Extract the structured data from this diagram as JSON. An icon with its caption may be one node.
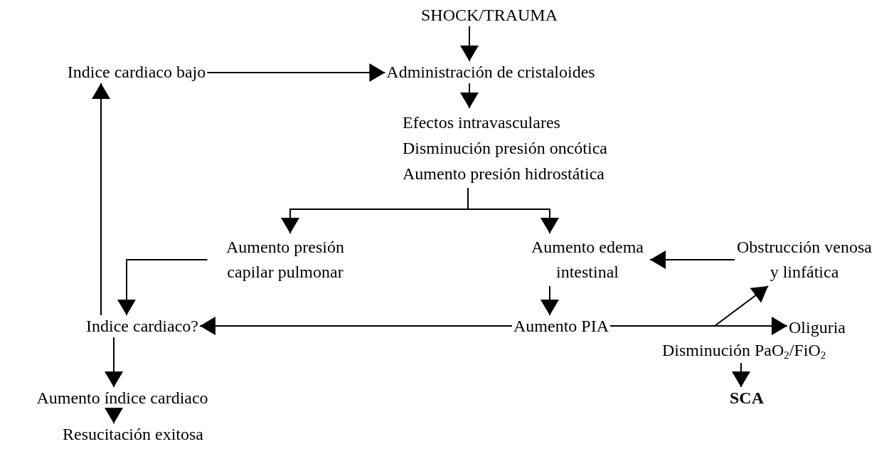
{
  "diagram": {
    "nodes": [
      {
        "text": [
          "SHOCK/TRAUMA"
        ]
      },
      {
        "text": [
          "Indice cardiaco bajo"
        ]
      },
      {
        "text": [
          "Administración de cristaloides"
        ]
      },
      {
        "text": [
          "Efectos intravasculares",
          "Disminución presión oncótica",
          "Aumento presión hidrostática"
        ]
      },
      {
        "text": [
          "Aumento presión capilar pulmonar"
        ]
      },
      {
        "text": [
          "Aumento edema intestinal"
        ]
      },
      {
        "text": [
          "Obstrucción venosa y linfática"
        ]
      },
      {
        "text": [
          "Indice cardiaco?"
        ]
      },
      {
        "text": [
          "Aumento PIA"
        ]
      },
      {
        "text": [
          "Oliguria",
          "Disminución PaO$_{2}$/FiO$_{2}$"
        ]
      },
      {
        "text": [
          "SCA"
        ]
      },
      {
        "text": [
          "Aumento índice cardiaco"
        ]
      },
      {
        "text": [
          "Resucitación exitosa"
        ]
      }
    ],
    "edges": [
      {
        "from": 0,
        "to": 2,
        "arrow": "to"
      },
      {
        "from": 1,
        "to": 2,
        "arrow": "to"
      },
      {
        "from": 2,
        "to": 3,
        "arrow": "to"
      },
      {
        "from": 3,
        "to": 4,
        "arrow": "to"
      },
      {
        "from": 3,
        "to": 5,
        "arrow": "to"
      },
      {
        "from": 6,
        "to": 5,
        "arrow": "to"
      },
      {
        "from": 5,
        "to": 8,
        "arrow": "to"
      },
      {
        "from": 4,
        "to": 7,
        "arrow": "to"
      },
      {
        "from": 8,
        "to": 7,
        "arrow": "to"
      },
      {
        "from": 8,
        "to": 9,
        "arrow": "to"
      },
      {
        "from": 8,
        "to": 6,
        "arrow": "to"
      },
      {
        "from": 9,
        "to": 10,
        "arrow": "to"
      },
      {
        "from": 7,
        "to": 11,
        "arrow": "to"
      },
      {
        "from": 11,
        "to": 12,
        "arrow": "to"
      },
      {
        "from": 7,
        "to": 1,
        "arrow": "to"
      }
    ]
  }
}
